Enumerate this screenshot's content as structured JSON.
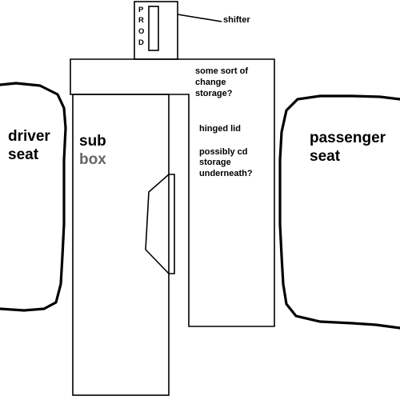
{
  "labels": {
    "driver_seat": [
      "driver",
      "seat"
    ],
    "sub_box": [
      "sub",
      "box"
    ],
    "passenger_seat": [
      "passenger",
      "seat"
    ],
    "shifter": "shifter",
    "change_storage": [
      "some sort of",
      "change",
      "storage?"
    ],
    "hinged_lid": "hinged lid",
    "cd_storage": [
      "possibly cd",
      "storage",
      "underneath?"
    ],
    "gears": [
      "P",
      "R",
      "O",
      "D"
    ]
  },
  "colors": {
    "line": "#000000",
    "background": "#ffffff",
    "sub_box_bottom_label": "#666666"
  }
}
